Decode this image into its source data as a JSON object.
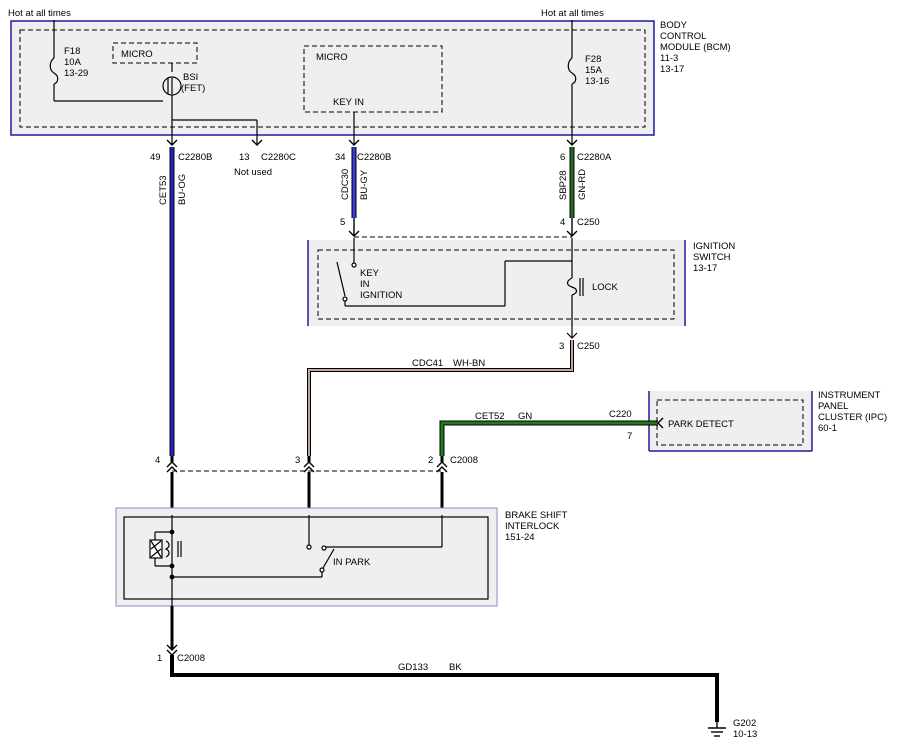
{
  "labels": {
    "hot_left": "Hot at all times",
    "hot_right": "Hot at all times",
    "bcm_title": [
      "BODY",
      "CONTROL",
      "MODULE (BCM)",
      "11-3",
      "13-17"
    ],
    "f18": [
      "F18",
      "10A",
      "13-29"
    ],
    "micro1": "MICRO",
    "bsi": [
      "BSI",
      "(FET)"
    ],
    "micro2": "MICRO",
    "key_in": "KEY IN",
    "f28": [
      "F28",
      "15A",
      "13-16"
    ],
    "c2280b_49": {
      "pin": "49",
      "conn": "C2280B"
    },
    "c2280c_13": {
      "pin": "13",
      "conn": "C2280C"
    },
    "not_used": "Not used",
    "c2280b_34": {
      "pin": "34",
      "conn": "C2280B"
    },
    "c2280a_6": {
      "pin": "6",
      "conn": "C2280A"
    },
    "cet53": "CET53",
    "bu_og": "BU-OG",
    "cdc30": "CDC30",
    "bu_gy": "BU-GY",
    "sbp28": "SBP28",
    "gn_rd": "GN-RD",
    "pin5": "5",
    "c250_4": {
      "pin": "4",
      "conn": "C250"
    },
    "ign_title": [
      "IGNITION",
      "SWITCH",
      "13-17"
    ],
    "key_in_ignition": [
      "KEY",
      "IN",
      "IGNITION"
    ],
    "lock": "LOCK",
    "c250_3": {
      "pin": "3",
      "conn": "C250"
    },
    "cdc41": "CDC41",
    "wh_bn": "WH-BN",
    "cet52": "CET52",
    "gn": "GN",
    "c220": "C220",
    "pin7": "7",
    "park_detect": "PARK DETECT",
    "ipc_title": [
      "INSTRUMENT",
      "PANEL",
      "CLUSTER (IPC)",
      "60-1"
    ],
    "pin4": "4",
    "pin3": "3",
    "c2008_2": {
      "pin": "2",
      "conn": "C2008"
    },
    "bsi_title": [
      "BRAKE SHIFT",
      "INTERLOCK",
      "151-24"
    ],
    "in_park": "IN PARK",
    "c2008_1": {
      "pin": "1",
      "conn": "C2008"
    },
    "gd133": "GD133",
    "bk": "BK",
    "g202": [
      "G202",
      "10-13"
    ]
  },
  "colors": {
    "bu_og": "#2323c8",
    "bu_gy": "#3a3ad8",
    "gn_rd": "#226b22",
    "gn": "#1f7a1f",
    "wh_bn": "#8b5a4a",
    "bk": "#000000",
    "module_fill": "#efefef",
    "module_border": "#1c1c9c"
  }
}
